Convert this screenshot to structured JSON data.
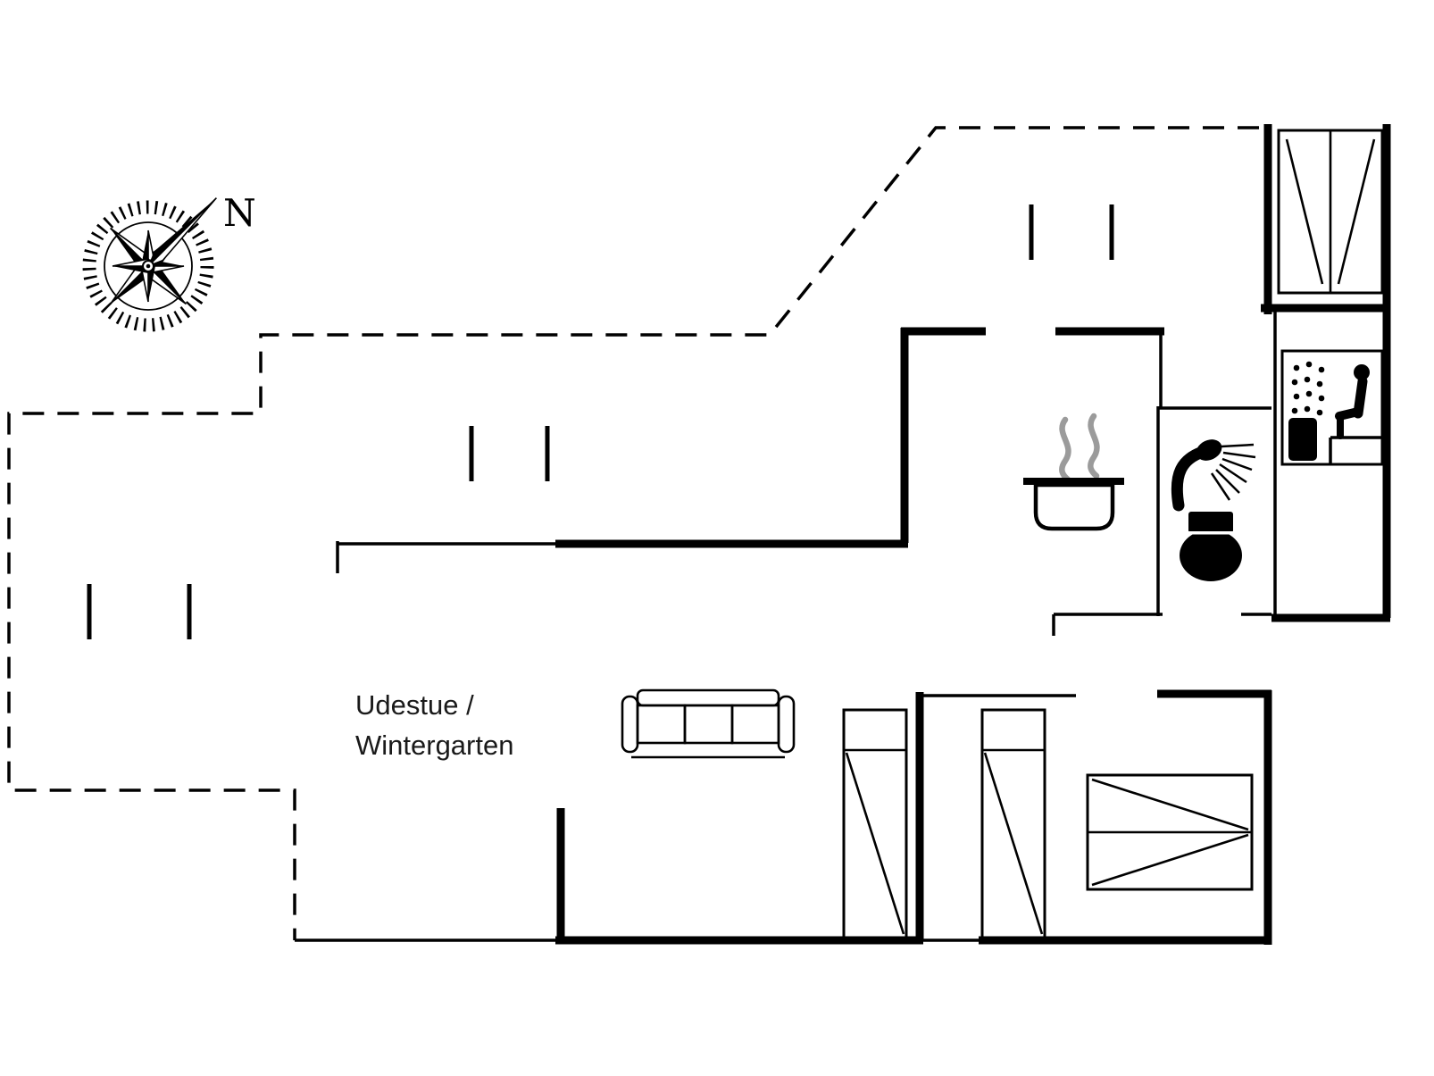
{
  "page": {
    "background_color": "#ffffff",
    "line_color": "#000000",
    "steam_color": "#9b9b9b",
    "text_color": "#1a1a1a"
  },
  "compass": {
    "north_label": "N"
  },
  "rooms": {
    "udestue": {
      "label_line1": "Udestue /",
      "label_line2": "Wintergarten"
    }
  },
  "icons": {
    "compass": "compass-rose-icon",
    "entrance_door": "glass-door-icon",
    "sauna": "sauna-icon",
    "cooking_pot": "cooking-pot-icon",
    "shower": "shower-icon",
    "toilet": "toilet-icon",
    "sofa": "sofa-icon",
    "wardrobe_left": "wardrobe-icon",
    "wardrobe_right": "wardrobe-icon",
    "bed": "double-bed-icon"
  }
}
